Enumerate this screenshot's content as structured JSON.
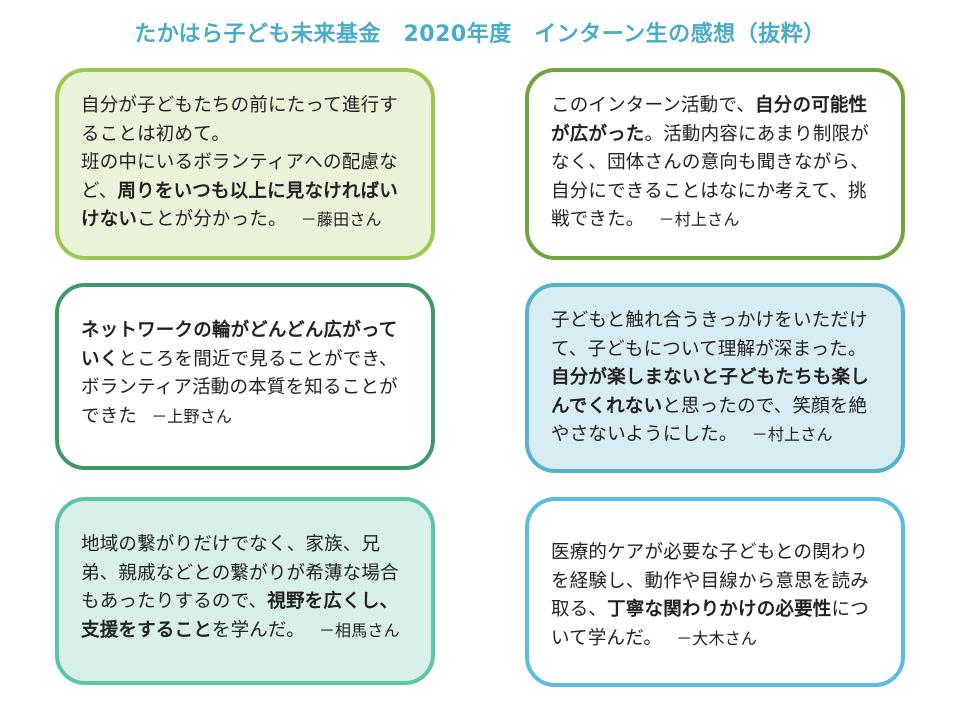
{
  "title": "たかはら子ども未来基金　2020年度　インターン生の感想（抜粋）",
  "colors": {
    "title": "#4bacc6",
    "card1_border": "#9bc84f",
    "card1_fill": "#eaf3d9",
    "card2_border": "#70a43f",
    "card3_border": "#3f9a6a",
    "card4_border": "#55b1d0",
    "card4_fill": "#d8ecf3",
    "card5_border": "#5cc5a9",
    "card5_fill": "#d9f0e8",
    "card6_border": "#5bbbe0"
  },
  "cards": [
    {
      "segments": [
        {
          "text": "自分が子どもたちの前にたって進行することは初めて。",
          "bold": false
        },
        {
          "br": true
        },
        {
          "text": "班の中にいるボランティアへの配慮など、",
          "bold": false
        },
        {
          "text": "周りをいつも以上に見なければいけない",
          "bold": true
        },
        {
          "text": "ことが分かった。",
          "bold": false
        }
      ],
      "author": "－藤田さん"
    },
    {
      "segments": [
        {
          "text": "このインターン活動で、",
          "bold": false
        },
        {
          "text": "自分の可能性が広がった",
          "bold": true
        },
        {
          "text": "。活動内容にあまり制限がなく、団体さんの意向も聞きながら、自分にできることはなにか考えて、挑戦できた。",
          "bold": false
        }
      ],
      "author": "－村上さん"
    },
    {
      "segments": [
        {
          "text": "ネットワークの輪がどんどん広がっていく",
          "bold": true
        },
        {
          "text": "ところを間近で見ることができ、ボランティア活動の本質を知ることができた",
          "bold": false
        }
      ],
      "author": "－上野さん"
    },
    {
      "segments": [
        {
          "text": "子どもと触れ合うきっかけをいただけて、子どもについて理解が深まった。",
          "bold": false
        },
        {
          "text": "自分が楽しまないと子どもたちも楽しんでくれない",
          "bold": true
        },
        {
          "text": "と思ったので、笑顔を絶やさないようにした。",
          "bold": false
        }
      ],
      "author": "－村上さん"
    },
    {
      "segments": [
        {
          "text": "地域の繋がりだけでなく、家族、兄弟、親戚などとの繋がりが希薄な場合もあったりするので、",
          "bold": false
        },
        {
          "text": "視野を広くし、支援をすること",
          "bold": true
        },
        {
          "text": "を学んだ。",
          "bold": false
        }
      ],
      "author": "－相馬さん"
    },
    {
      "segments": [
        {
          "text": "医療的ケアが必要な子どもとの関わりを経験し、動作や目線から意思を読み取る、",
          "bold": false
        },
        {
          "text": "丁寧な関わりかけの必要性",
          "bold": true
        },
        {
          "text": "について学んだ。",
          "bold": false
        }
      ],
      "author": "－大木さん"
    }
  ]
}
